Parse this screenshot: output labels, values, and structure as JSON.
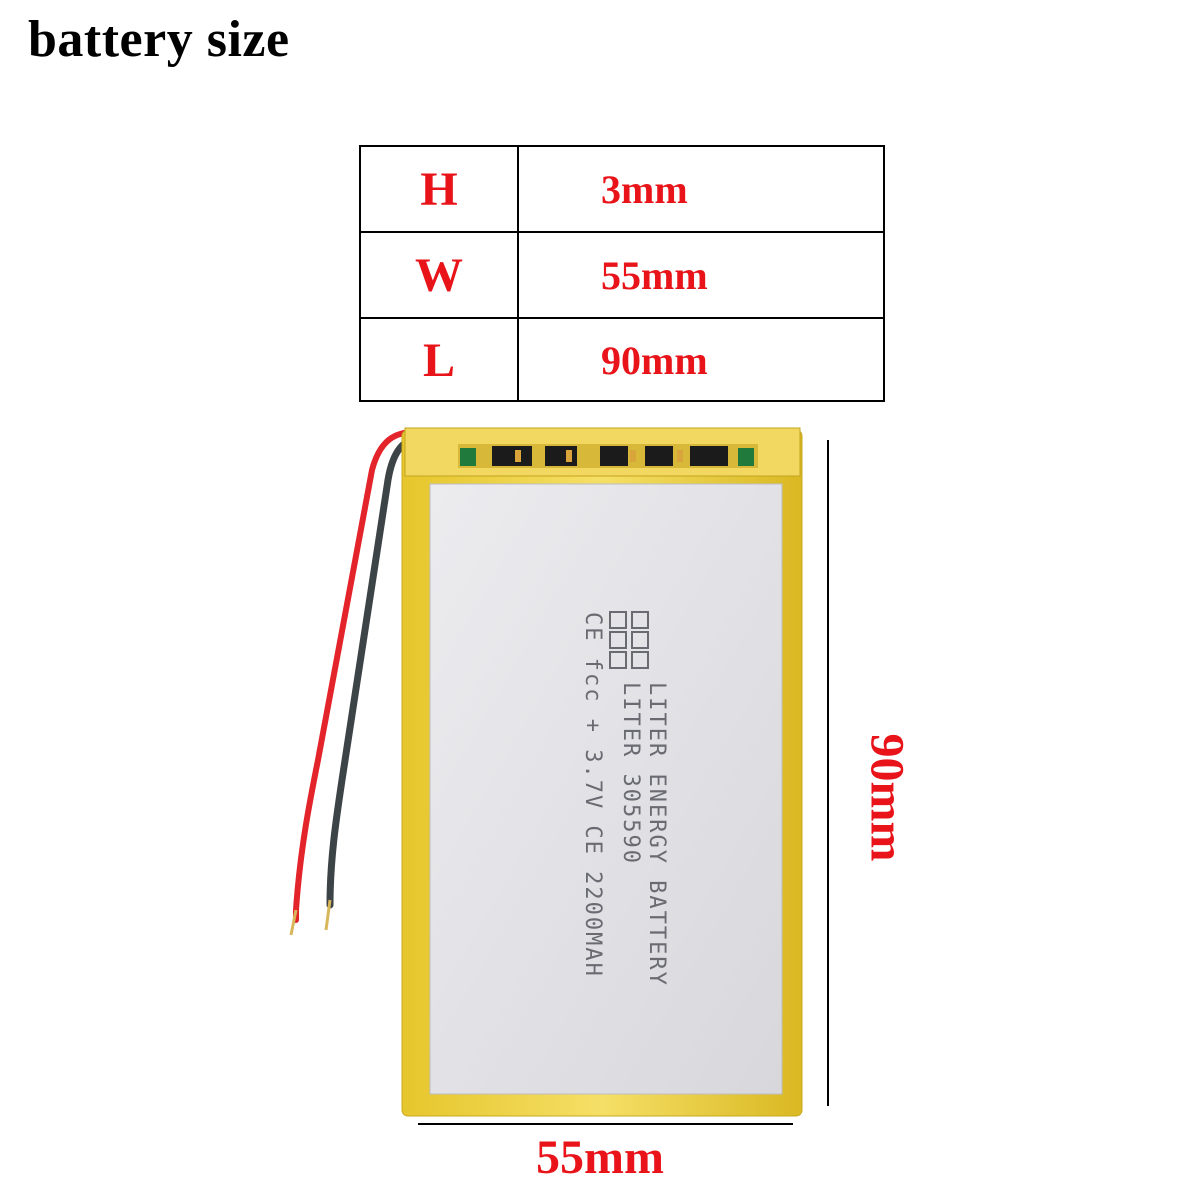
{
  "title": "battery size",
  "dimensions_table": {
    "rows": [
      {
        "key": "H",
        "value": "3mm"
      },
      {
        "key": "W",
        "value": "55mm"
      },
      {
        "key": "L",
        "value": "90mm"
      }
    ]
  },
  "dimension_labels": {
    "width": "55mm",
    "length": "90mm"
  },
  "battery_markings": {
    "line1": "LITER ENERGY BATTERY",
    "line2": "LITER 305590",
    "line3": "CE fcc + 3.7V CE 2200MAH"
  },
  "colors": {
    "accent_red": "#e8141a",
    "battery_body": "#e6e6ea",
    "battery_edge_yellow": "#f0d23a"
  }
}
